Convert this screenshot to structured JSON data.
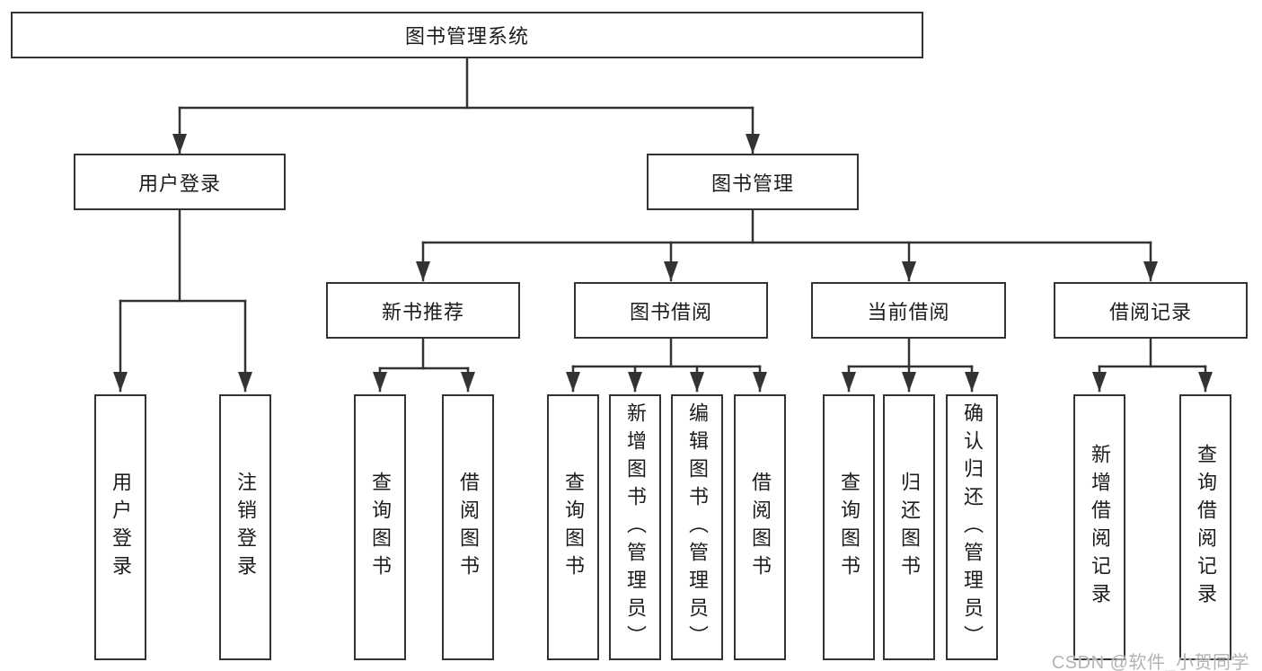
{
  "diagram": {
    "root_label": "图书管理系统",
    "branches": {
      "user_login": "用户登录",
      "book_management": "图书管理"
    },
    "modules": {
      "new_book_recommend": "新书推荐",
      "book_borrow": "图书借阅",
      "current_borrow": "当前借阅",
      "borrow_records": "借阅记录"
    },
    "leaves": {
      "user_login": "用户登录",
      "logout": "注销登录",
      "recommend_query_books": "查询图书",
      "recommend_borrow_books": "借阅图书",
      "borrow_query_books": "查询图书",
      "borrow_add_books_admin": "新增图书（管理员）",
      "borrow_edit_books_admin": "编辑图书（管理员）",
      "borrow_borrow_books": "借阅图书",
      "current_query_books": "查询图书",
      "current_return_books": "归还图书",
      "current_confirm_return_admin": "确认归还（管理员）",
      "records_add_record": "新增借阅记录",
      "records_query_record": "查询借阅记录"
    },
    "watermark": "CSDN @软件_小贺同学",
    "colors": {
      "line": "#333333",
      "text": "#1c1c1c",
      "watermark": "#b3b3b3",
      "background": "#ffffff"
    }
  }
}
